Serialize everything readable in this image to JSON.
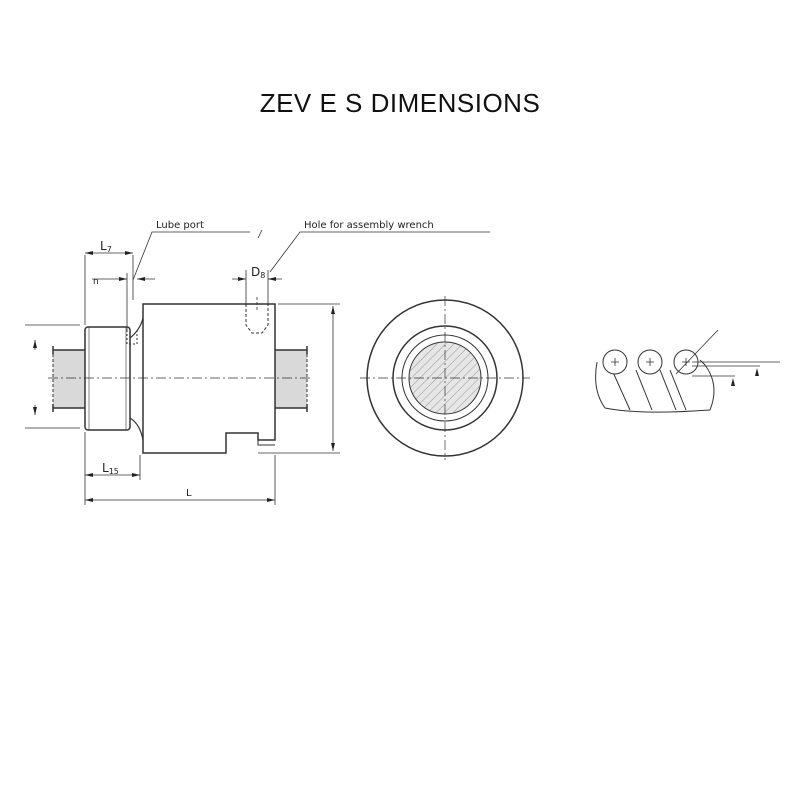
{
  "title": "ZEV E S DIMENSIONS",
  "labels": {
    "lube_port": "Lube port",
    "hole_wrench": "Hole for assembly wrench",
    "l7": "L",
    "l7_sub": "7",
    "n": "n",
    "d8": "D",
    "d8_sub": "8",
    "l15": "L",
    "l15_sub": "15",
    "l": "L"
  },
  "colors": {
    "line": "#333333",
    "shaft_fill": "#d9d9d9"
  }
}
